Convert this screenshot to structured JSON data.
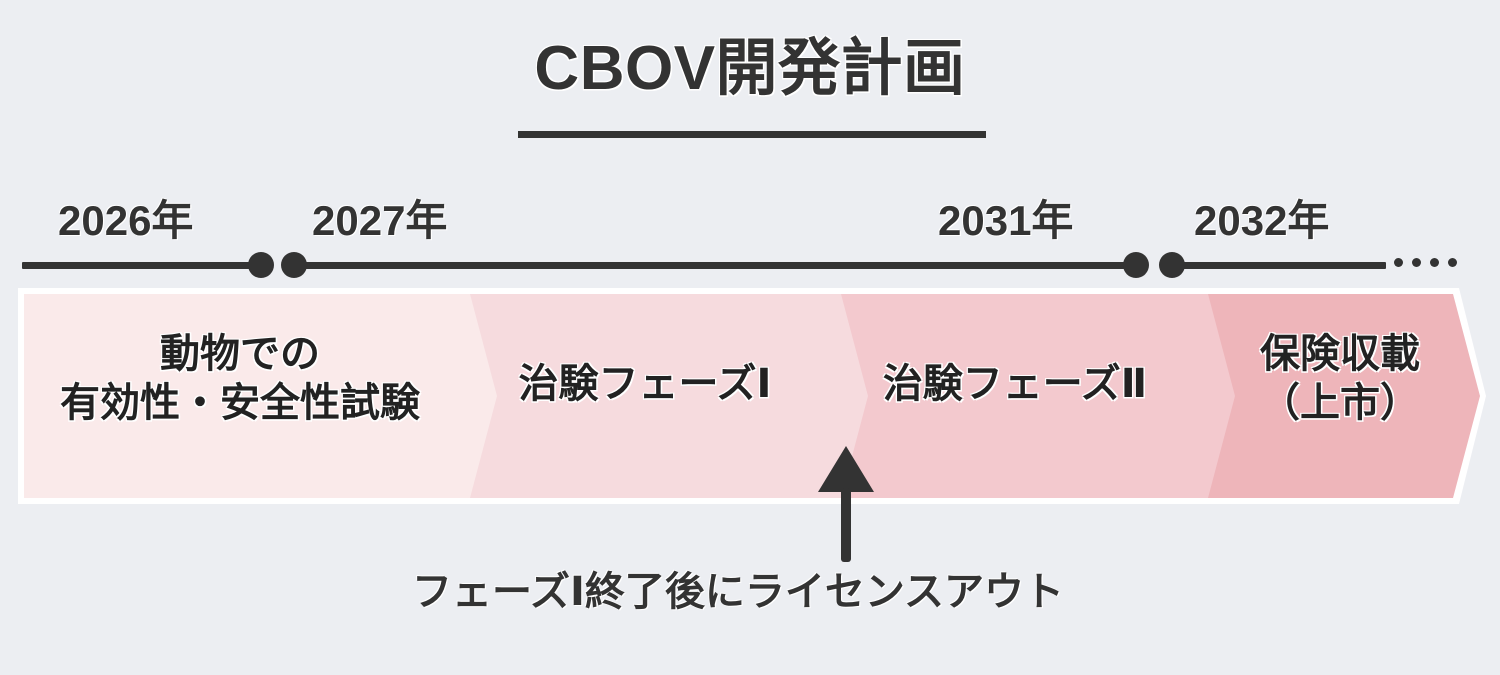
{
  "page": {
    "background_color": "#ECEEF2",
    "text_color": "#333333"
  },
  "header": {
    "title": "CBOV開発計画",
    "underline": true
  },
  "timeline": {
    "axis_color": "#333333",
    "continuation_icon": "ellipsis-icon",
    "years": [
      {
        "label": "2026年",
        "marker": "dot-marker"
      },
      {
        "label": "2027年",
        "marker": "dot-marker"
      },
      {
        "label": "2031年",
        "marker": "dot-marker"
      },
      {
        "label": "2032年",
        "marker": "dot-marker"
      }
    ]
  },
  "banner": {
    "shape": "chevron-arrow-band",
    "border_color": "#FFFFFF",
    "segments": [
      {
        "label": "動物での\n有効性・安全性試験",
        "color": "#FAEAEA"
      },
      {
        "label": "治験フェーズⅠ",
        "color": "#F6DBDE"
      },
      {
        "label": "治験フェーズⅡ",
        "color": "#F3C9CE"
      },
      {
        "label": "保険収載\n（上市）",
        "color": "#EEB5BA"
      }
    ]
  },
  "callout": {
    "note": "フェーズⅠ終了後にライセンスアウト",
    "arrow_direction": "up",
    "arrow_color": "#333333"
  }
}
